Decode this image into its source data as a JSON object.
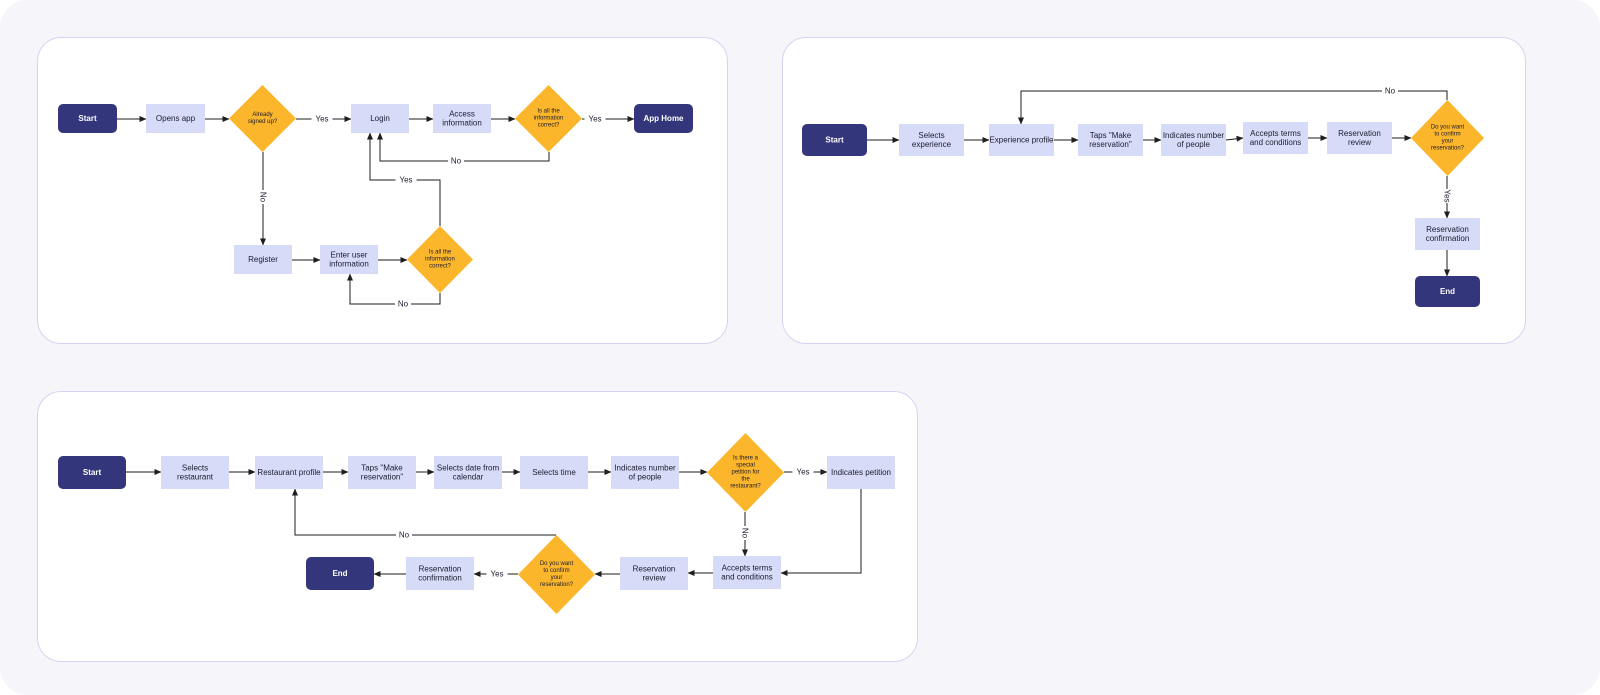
{
  "colors": {
    "terminal": "#34367c",
    "process": "#d6dcf7",
    "decision": "#fbb62c",
    "edge": "#1e1e1e",
    "panel_border": "#d4d4f2",
    "background": "#f5f5fa"
  },
  "flows": {
    "login": {
      "start": "Start",
      "opens_app": "Opens app",
      "already_signed": [
        "Already",
        "signed up?"
      ],
      "login": "Login",
      "access_info": [
        "Access",
        "information"
      ],
      "is_info_correct_1": [
        "Is all the",
        "information",
        "correct?"
      ],
      "app_home": "App Home",
      "register": "Register",
      "enter_user_info": [
        "Enter user",
        "information"
      ],
      "is_info_correct_2": [
        "Is all the",
        "information",
        "correct?"
      ],
      "labels": {
        "yes_signed": "Yes",
        "yes_correct_1": "Yes",
        "no_correct_1": "No",
        "no_signed": "No",
        "yes_correct_2": "Yes",
        "no_correct_2": "No"
      }
    },
    "experience": {
      "start": "Start",
      "selects_experience": [
        "Selects",
        "experience"
      ],
      "experience_profile": "Experience profile",
      "taps_make_reservation": [
        "Taps \"Make",
        "reservation\""
      ],
      "indicates_people": [
        "Indicates number",
        "of people"
      ],
      "accepts_terms": [
        "Accepts terms",
        "and conditions"
      ],
      "reservation_review": [
        "Reservation",
        "review"
      ],
      "confirm_question": [
        "Do you want",
        "to confirm",
        "your",
        "reservation?"
      ],
      "reservation_confirmation": [
        "Reservation",
        "confirmation"
      ],
      "end": "End",
      "labels": {
        "no": "No",
        "yes": "Yes"
      }
    },
    "restaurant": {
      "start": "Start",
      "selects_restaurant": [
        "Selects",
        "restaurant"
      ],
      "restaurant_profile": "Restaurant profile",
      "taps_make_reservation": [
        "Taps \"Make",
        "reservation\""
      ],
      "selects_date": [
        "Selects date from",
        "calendar"
      ],
      "selects_time": "Selects time",
      "indicates_people": [
        "Indicates number",
        "of people"
      ],
      "special_petition_question": [
        "Is there a",
        "special",
        "petition for",
        "the",
        "restaurant?"
      ],
      "indicates_petition": "Indicates petition",
      "accepts_terms": [
        "Accepts terms",
        "and conditions"
      ],
      "reservation_review": [
        "Reservation",
        "review"
      ],
      "confirm_question": [
        "Do you want",
        "to confirm",
        "your",
        "reservation?"
      ],
      "reservation_confirmation": [
        "Reservation",
        "confirmation"
      ],
      "end": "End",
      "labels": {
        "yes_petition": "Yes",
        "no_petition": "No",
        "yes_confirm": "Yes",
        "no_confirm": "No"
      }
    }
  }
}
